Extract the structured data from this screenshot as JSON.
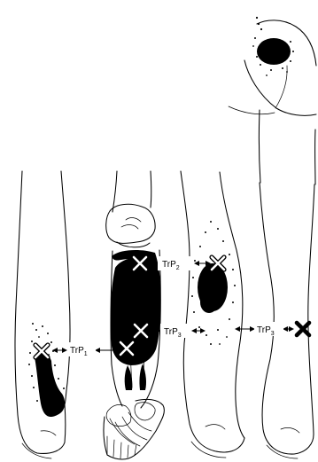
{
  "figure": {
    "labels": {
      "trp1_base": "TrP",
      "trp1_sub": "1",
      "trp2_base": "TrP",
      "trp2_sub": "2",
      "trp3_left_base": "TrP",
      "trp3_left_sub": "3",
      "trp3_right_base": "TrP",
      "trp3_right_sub": "3"
    },
    "colors": {
      "ink": "#000000",
      "paper": "#ffffff"
    },
    "icons": {
      "trigger_point": "x-mark-icon",
      "pointer": "double-arrow-icon"
    }
  }
}
